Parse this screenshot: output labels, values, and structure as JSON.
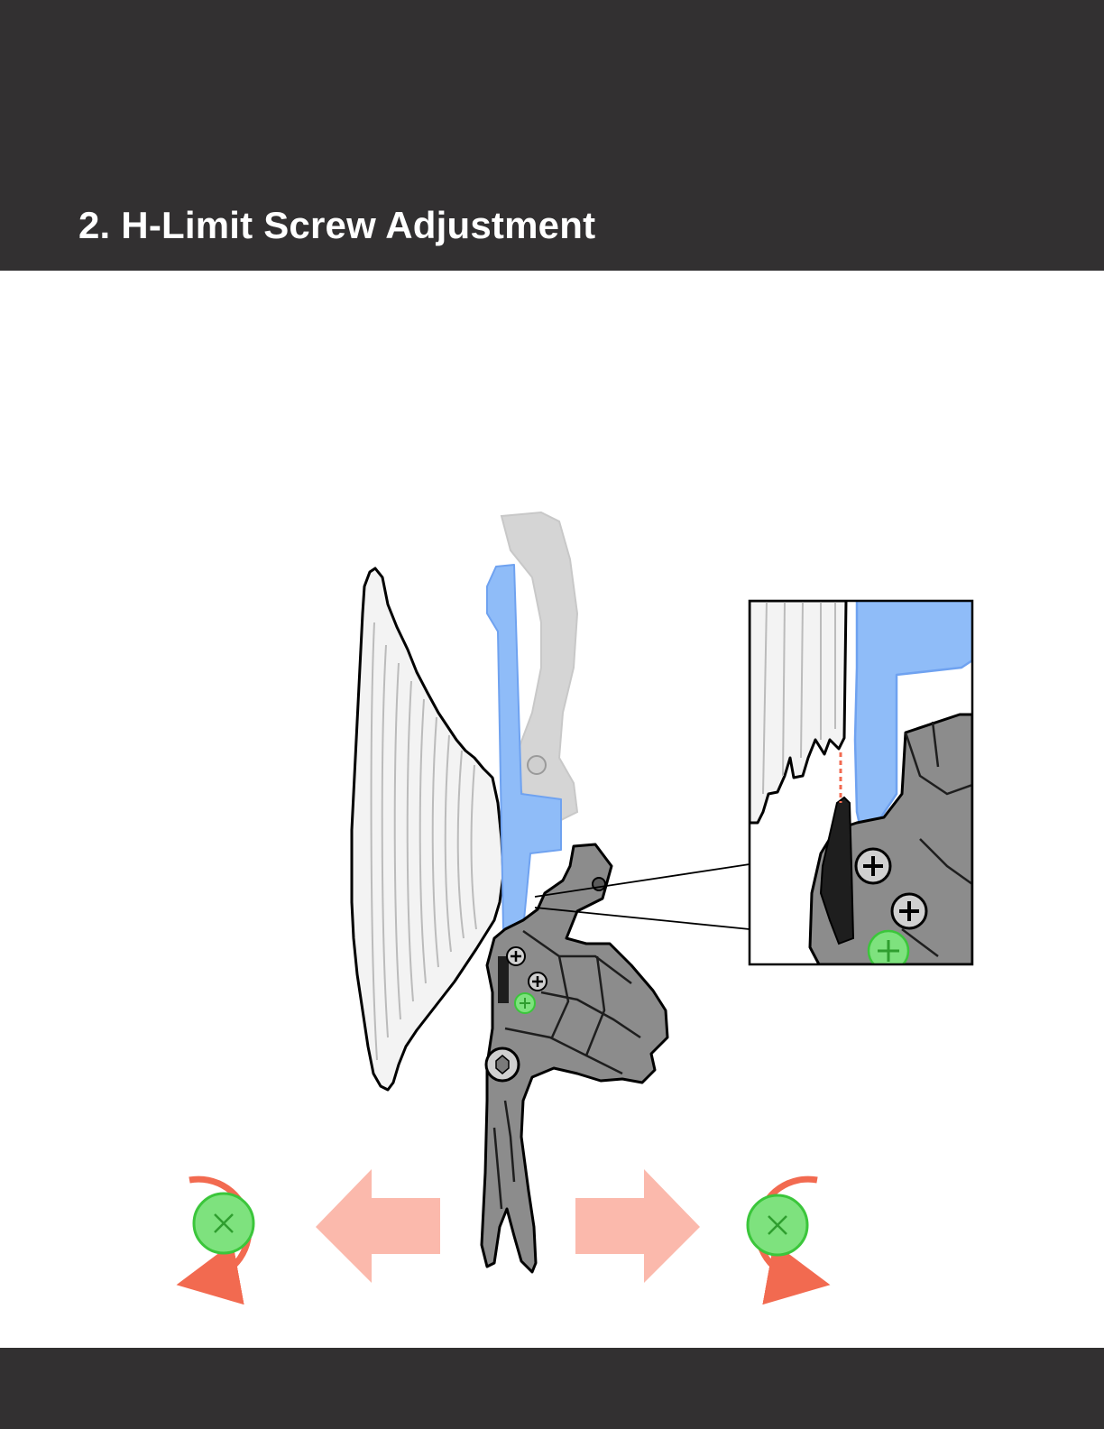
{
  "header": {
    "title": "2. H-Limit Screw Adjustment",
    "background_color": "#323031"
  },
  "illustration": {
    "components": [
      "cassette",
      "chain-guide",
      "derailleur-mount",
      "rear-derailleur",
      "h-limit-screw",
      "detail-inset"
    ],
    "controls": [
      {
        "icon": "rotate-counterclockwise-icon",
        "direction": "left"
      },
      {
        "icon": "rotate-clockwise-icon",
        "direction": "right"
      }
    ],
    "colors": {
      "chain_guide": "#8fbcf8",
      "limit_screw": "#7ee27e",
      "arrows": "#fbb9ac",
      "rotation": "#f26a50",
      "derailleur": "#8c8c8c"
    }
  },
  "footer": {
    "background_color": "#323031"
  }
}
